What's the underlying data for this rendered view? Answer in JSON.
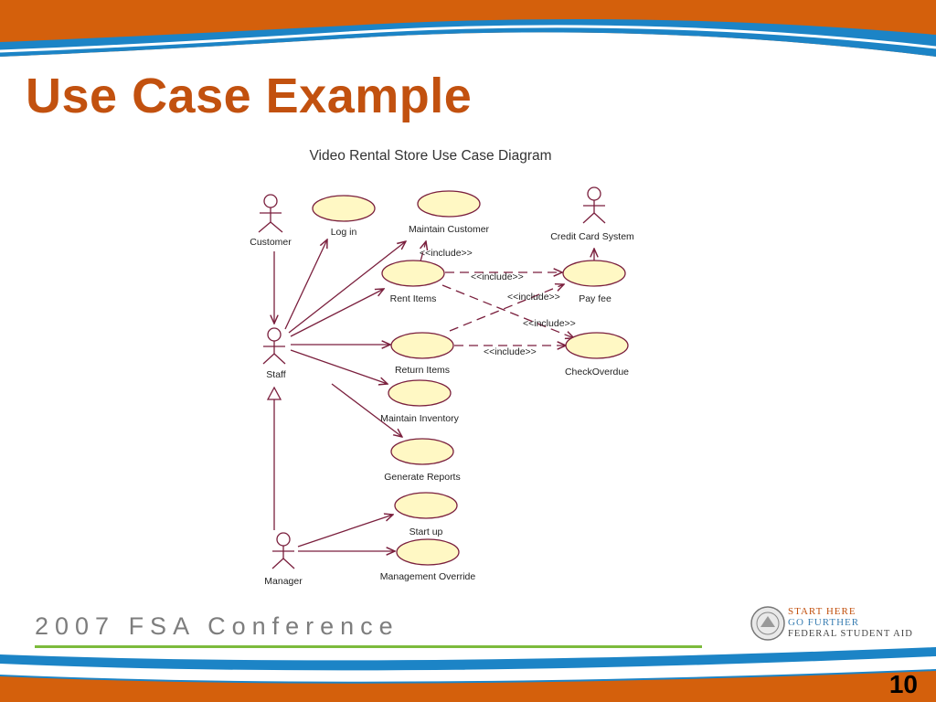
{
  "slide": {
    "title": "Use Case Example",
    "footer_text": "2007 FSA Conference",
    "page_number": "10",
    "logo_lines": [
      "START HERE",
      "GO FURTHER",
      "FEDERAL STUDENT AID"
    ]
  },
  "colors": {
    "title": "#c2510f",
    "band_orange": "#d4600c",
    "band_blue": "#1c84c6",
    "usecase_fill": "#fff8c4",
    "edge": "#7a1f3d"
  },
  "diagram": {
    "title": "Video Rental Store Use Case Diagram",
    "include_label": "<<include>>",
    "actors": {
      "customer": "Customer",
      "staff": "Staff",
      "manager": "Manager",
      "credit_card": "Credit Card System"
    },
    "use_cases": {
      "log_in": "Log in",
      "maintain_customer": "Maintain Customer",
      "rent_items": "Rent Items",
      "pay_fee": "Pay fee",
      "return_items": "Return Items",
      "check_overdue": "CheckOverdue",
      "maintain_inventory": "Maintain Inventory",
      "generate_reports": "Generate Reports",
      "start_up": "Start up",
      "management_override": "Management Override"
    }
  }
}
